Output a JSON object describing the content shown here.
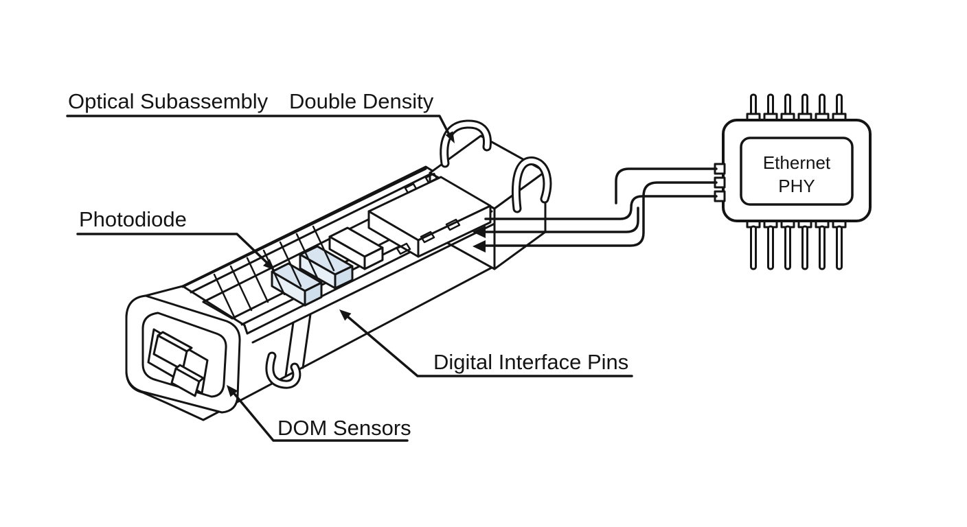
{
  "diagram": {
    "labels": {
      "optical_subassembly": "Optical Subassembly",
      "double_density": "Double Density",
      "photodiode": "Photodiode",
      "digital_interface_pins": "Digital Interface Pins",
      "dom_sensors": "DOM Sensors"
    },
    "phy_chip": {
      "line1": "Ethernet",
      "line2": "PHY"
    },
    "colors": {
      "line": "#141414",
      "photodiode_chip_top": "#d8e5f0",
      "photodiode_chip_front": "#e7eff7",
      "photodiode_chip_side": "#cfdfec",
      "background": "#ffffff"
    }
  }
}
